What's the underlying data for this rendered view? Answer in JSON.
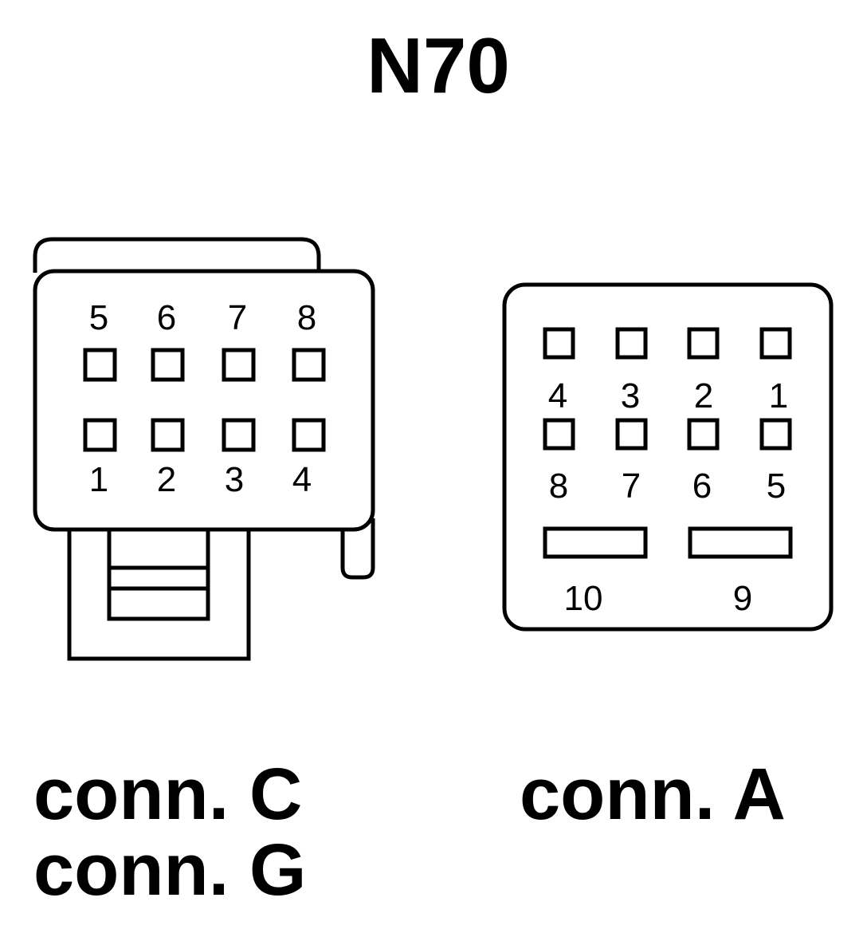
{
  "title": "N70",
  "connector_left": {
    "top_row_labels": [
      "5",
      "6",
      "7",
      "8"
    ],
    "bottom_row_labels": [
      "1",
      "2",
      "3",
      "4"
    ]
  },
  "connector_right": {
    "row1_labels": [
      "4",
      "3",
      "2",
      "1"
    ],
    "row2_labels": [
      "8",
      "7",
      "6",
      "5"
    ],
    "slot_labels": [
      "10",
      "9"
    ]
  },
  "captions": {
    "left_line1": "conn. C",
    "left_line2": "conn. G",
    "right": "conn. A"
  },
  "colors": {
    "stroke": "#000000",
    "background": "#ffffff"
  }
}
